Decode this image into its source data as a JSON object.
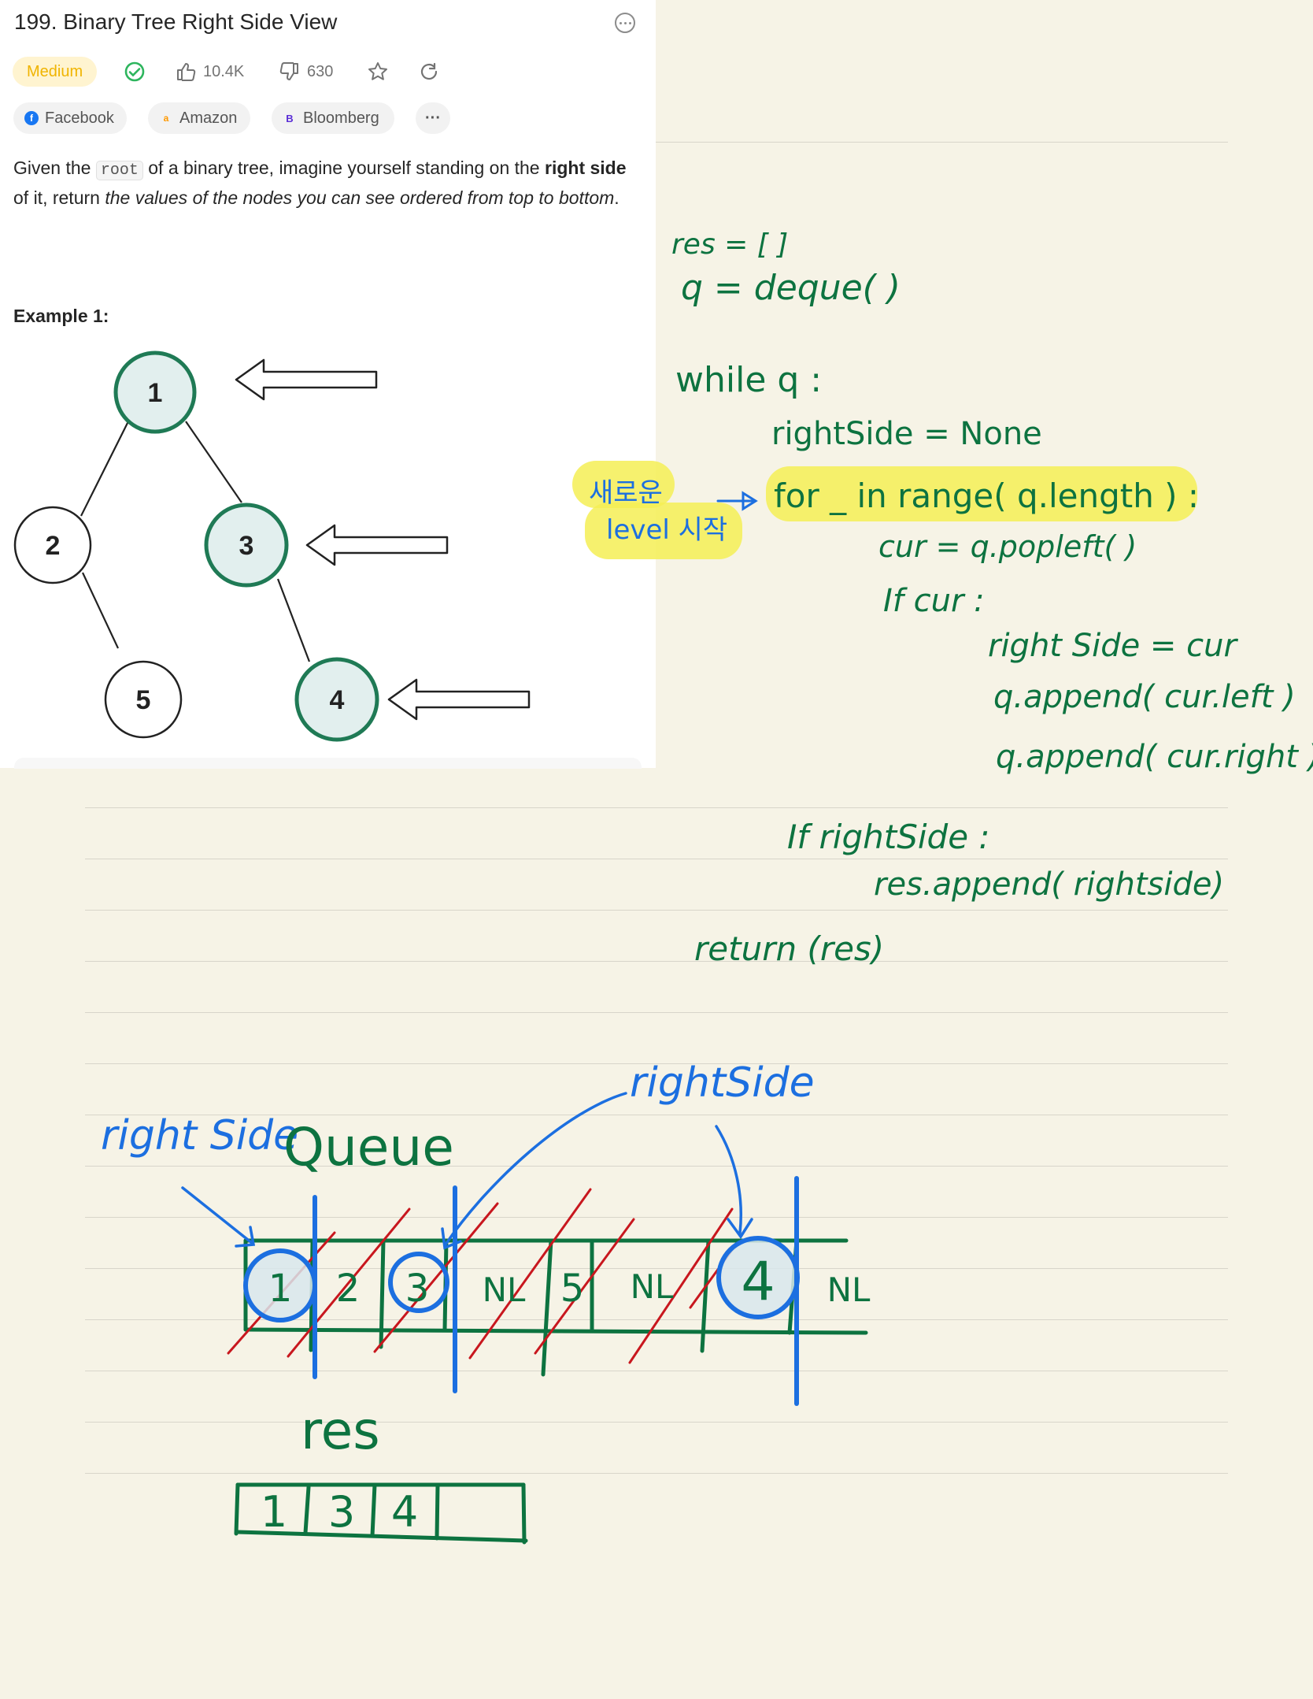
{
  "problem": {
    "title": "199. Binary Tree Right Side View",
    "difficulty": "Medium",
    "likes": "10.4K",
    "dislikes": "630",
    "companies": [
      "Facebook",
      "Amazon",
      "Bloomberg"
    ],
    "more_label": "···",
    "desc_1": "Given the ",
    "desc_code": "root",
    "desc_2": " of a binary tree, imagine yourself standing on the ",
    "desc_bold": "right side",
    "desc_3": " of it, return ",
    "desc_em": "the values of the nodes you can see ordered from top to bottom",
    "desc_4": ".",
    "example_label": "Example 1:",
    "tree_nodes": [
      "1",
      "2",
      "3",
      "5",
      "4"
    ]
  },
  "notes": {
    "code": {
      "line1": "res = [ ]",
      "line2": "q = deque( )",
      "line3": "while q :",
      "line4": "rightSide = None",
      "line5": "for _ in range( q.length ) :",
      "line6": "cur = q.popleft( )",
      "line7": "If cur :",
      "line8": "right Side = cur",
      "line9": "q.append( cur.left )",
      "line10": "q.append( cur.right )",
      "line11": "If rightSide :",
      "line12": "res.append( rightside)",
      "line13": "return (res)"
    },
    "annotation_line1": "새로운",
    "annotation_line2": "level 시작",
    "rightside_label_1": "right Side",
    "rightside_label_2": "rightSide",
    "queue_label": "Queue",
    "queue_cells": [
      "1",
      "2",
      "3",
      "NL",
      "5",
      "NL",
      "4",
      "NL"
    ],
    "res_label": "res",
    "res_cells": [
      "1",
      "3",
      "4",
      ""
    ]
  },
  "colors": {
    "ink_green": "#0d7340",
    "ink_blue": "#1c6fe0",
    "ink_red": "#c8171e",
    "highlight": "#f4ef55",
    "node_fill": "#e2efee",
    "node_stroke": "#1f7a55",
    "paper": "#f6f3e6"
  }
}
